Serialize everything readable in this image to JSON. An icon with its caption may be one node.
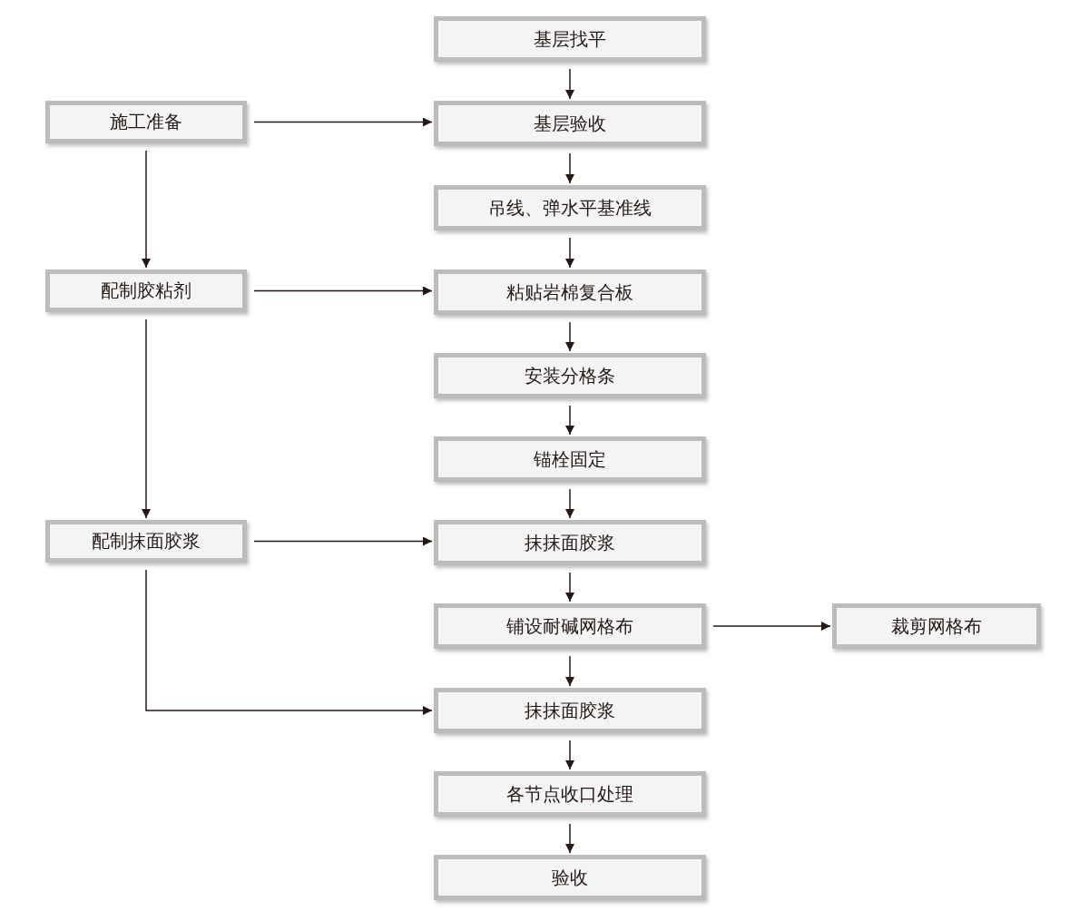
{
  "diagram": {
    "nodes": [
      {
        "text": [
          "基层找平"
        ]
      },
      {
        "text": [
          "施工准备"
        ]
      },
      {
        "text": [
          "基层验收"
        ]
      },
      {
        "text": [
          "吊线、弹水平基准线"
        ]
      },
      {
        "text": [
          "配制胶粘剂"
        ]
      },
      {
        "text": [
          "粘贴岩棉复合板"
        ]
      },
      {
        "text": [
          "安装分格条"
        ]
      },
      {
        "text": [
          "锚栓固定"
        ]
      },
      {
        "text": [
          "配制抹面胶浆"
        ]
      },
      {
        "text": [
          "抹抹面胶浆"
        ]
      },
      {
        "text": [
          "铺设耐碱网格布"
        ]
      },
      {
        "text": [
          "裁剪网格布"
        ]
      },
      {
        "text": [
          "抹抹面胶浆"
        ]
      },
      {
        "text": [
          "各节点收口处理"
        ]
      },
      {
        "text": [
          "验收"
        ]
      }
    ],
    "edges": [
      {
        "from": 0,
        "to": 2,
        "arrow": "to"
      },
      {
        "from": 1,
        "to": 2,
        "arrow": "to"
      },
      {
        "from": 2,
        "to": 3,
        "arrow": "to"
      },
      {
        "from": 1,
        "to": 4,
        "arrow": "to"
      },
      {
        "from": 3,
        "to": 5,
        "arrow": "to"
      },
      {
        "from": 4,
        "to": 5,
        "arrow": "to"
      },
      {
        "from": 5,
        "to": 6,
        "arrow": "to"
      },
      {
        "from": 6,
        "to": 7,
        "arrow": "to"
      },
      {
        "from": 4,
        "to": 8,
        "arrow": "to"
      },
      {
        "from": 7,
        "to": 9,
        "arrow": "to"
      },
      {
        "from": 8,
        "to": 9,
        "arrow": "to"
      },
      {
        "from": 9,
        "to": 10,
        "arrow": "to"
      },
      {
        "from": 10,
        "to": 11,
        "arrow": "to"
      },
      {
        "from": 10,
        "to": 12,
        "arrow": "to"
      },
      {
        "from": 8,
        "to": 12,
        "arrow": "to"
      },
      {
        "from": 12,
        "to": 13,
        "arrow": "to"
      },
      {
        "from": 13,
        "to": 14,
        "arrow": "to"
      }
    ]
  }
}
